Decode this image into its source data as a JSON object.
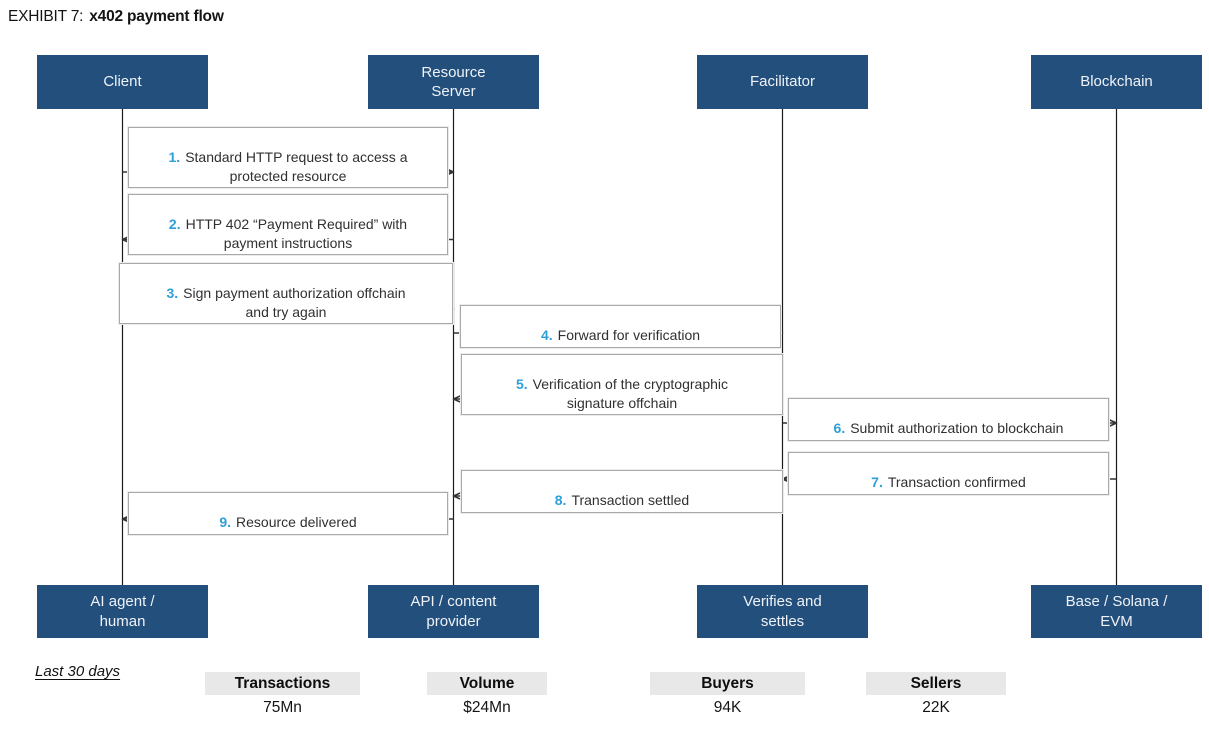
{
  "title": {
    "label": "EXHIBIT 7:",
    "emphasis": "x402 payment flow"
  },
  "actors": [
    {
      "name": "Client",
      "footer": "AI agent /\nhuman"
    },
    {
      "name": "Resource\nServer",
      "footer": "API / content\nprovider"
    },
    {
      "name": "Facilitator",
      "footer": "Verifies and\nsettles"
    },
    {
      "name": "Blockchain",
      "footer": "Base / Solana /\nEVM"
    }
  ],
  "messages": [
    {
      "num": "1.",
      "text": "Standard HTTP request to access a\nprotected resource",
      "from": "Client",
      "to": "Resource Server",
      "direction": "right"
    },
    {
      "num": "2.",
      "text": "HTTP 402 “Payment Required” with\npayment instructions",
      "from": "Resource Server",
      "to": "Client",
      "direction": "left"
    },
    {
      "num": "3.",
      "text": "Sign payment authorization offchain\nand try again",
      "from": "Client",
      "to": "Resource Server",
      "direction": "right"
    },
    {
      "num": "4.",
      "text": "Forward for verification",
      "from": "Resource Server",
      "to": "Facilitator",
      "direction": "right"
    },
    {
      "num": "5.",
      "text": "Verification of the cryptographic\nsignature offchain",
      "from": "Facilitator",
      "to": "Resource Server",
      "direction": "left"
    },
    {
      "num": "6.",
      "text": "Submit authorization to blockchain",
      "from": "Facilitator",
      "to": "Blockchain",
      "direction": "right"
    },
    {
      "num": "7.",
      "text": "Transaction confirmed",
      "from": "Blockchain",
      "to": "Facilitator",
      "direction": "left"
    },
    {
      "num": "8.",
      "text": "Transaction settled",
      "from": "Facilitator",
      "to": "Resource Server",
      "direction": "left"
    },
    {
      "num": "9.",
      "text": "Resource delivered",
      "from": "Resource Server",
      "to": "Client",
      "direction": "left"
    }
  ],
  "stats": {
    "period": "Last 30 days",
    "items": [
      {
        "label": "Transactions",
        "value": "75Mn"
      },
      {
        "label": "Volume",
        "value": "$24Mn"
      },
      {
        "label": "Buyers",
        "value": "94K"
      },
      {
        "label": "Sellers",
        "value": "22K"
      }
    ]
  },
  "colors": {
    "actor_box": "#234F7D",
    "number_accent": "#2E9FD9",
    "arrow": "#333333",
    "label_border": "#A9A9A9",
    "stat_header_bg": "#E8E8E8"
  }
}
